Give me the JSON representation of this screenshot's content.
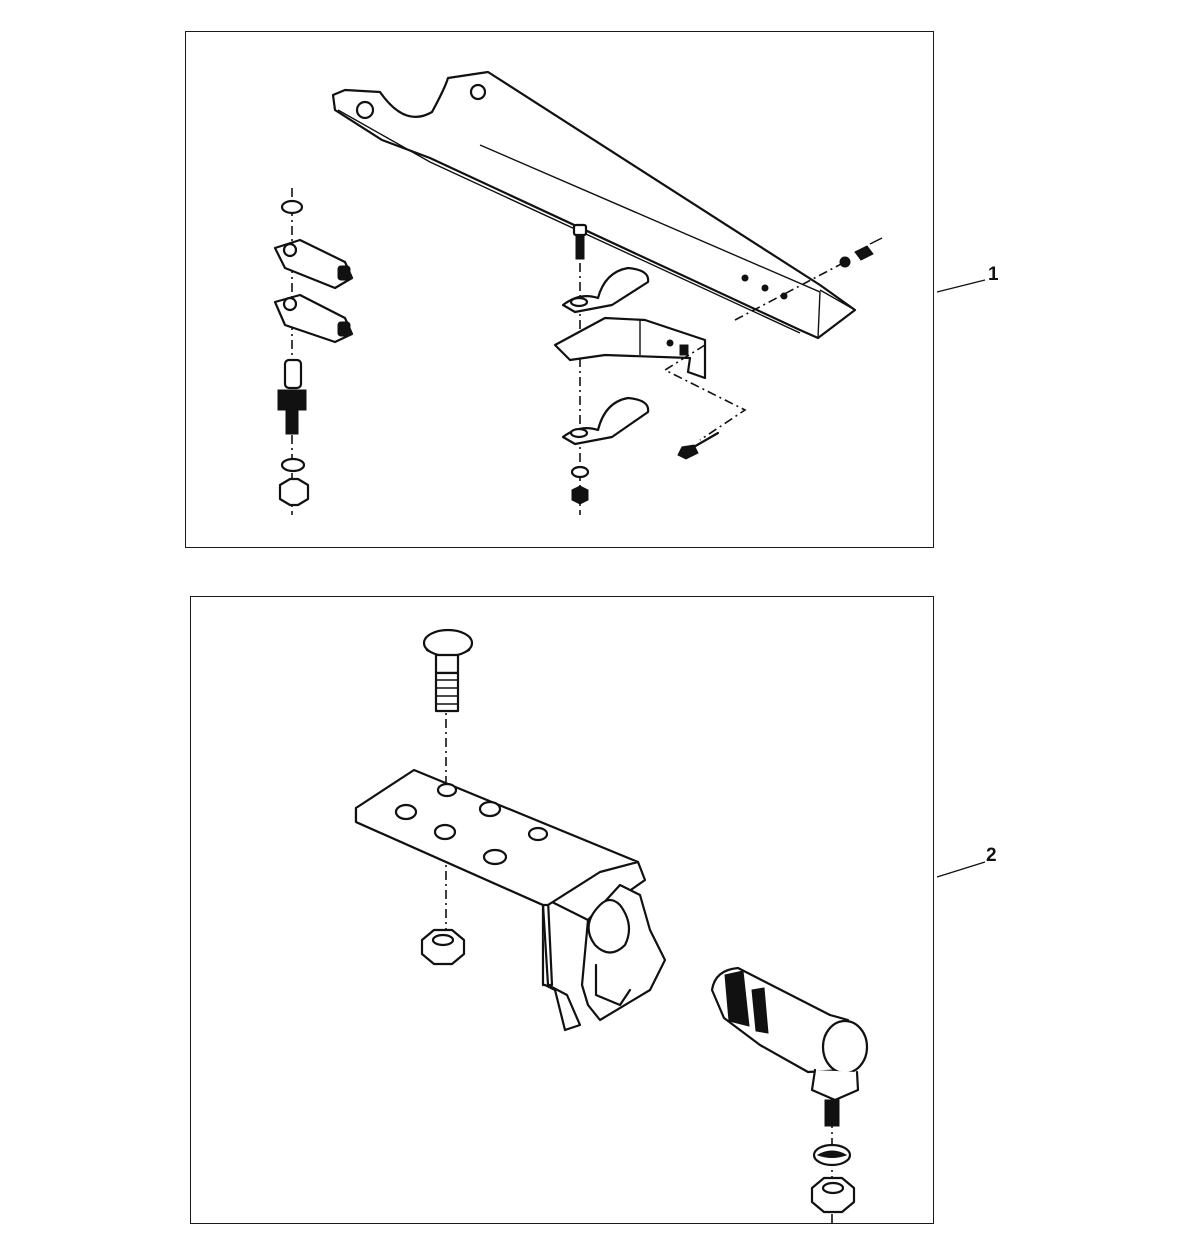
{
  "callouts": [
    {
      "label": "1"
    },
    {
      "label": "2"
    }
  ],
  "colors": {
    "line": "#111111",
    "background": "#ffffff"
  },
  "icons": [
    "bracket-arm",
    "clevis",
    "clamp",
    "bolt",
    "washer",
    "nut",
    "ball-joint",
    "mounting-bracket",
    "screw"
  ]
}
